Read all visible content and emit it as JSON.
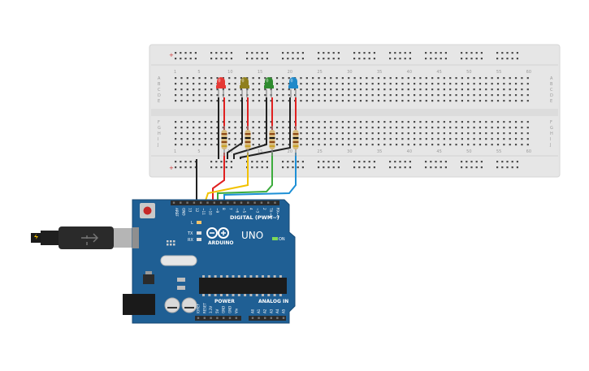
{
  "colors": {
    "breadboard": "#e6e6e6",
    "breadboard_border": "#d4d4d4",
    "hole": "#4a4a4a",
    "board": "#1f5f94",
    "board_dark": "#174a75",
    "header": "#2b2b2b",
    "led_red": "#e53935",
    "led_yellow": "#8f7f1e",
    "led_green": "#2e8b2e",
    "led_blue": "#2089c9",
    "wire_black": "#222222",
    "wire_red": "#e02020",
    "wire_yellow": "#f2c200",
    "wire_green": "#3cac3c",
    "wire_blue": "#1e90d6"
  },
  "breadboard": {
    "column_numbers_top": [
      "1",
      "5",
      "10",
      "15",
      "20",
      "25",
      "30",
      "35",
      "40",
      "45",
      "50",
      "55",
      "60"
    ],
    "column_numbers_bottom": [
      "1",
      "5",
      "10",
      "15",
      "20",
      "25",
      "30",
      "35",
      "40",
      "45",
      "50",
      "55",
      "60"
    ],
    "row_letters_top": [
      "A",
      "B",
      "C",
      "D",
      "E"
    ],
    "row_letters_bottom": [
      "F",
      "G",
      "H",
      "I",
      "J"
    ]
  },
  "leds": [
    {
      "name": "red",
      "color": "led_red"
    },
    {
      "name": "yellow",
      "color": "led_yellow"
    },
    {
      "name": "green",
      "color": "led_green"
    },
    {
      "name": "blue",
      "color": "led_blue"
    }
  ],
  "arduino": {
    "brand": "ARDUINO",
    "model": "UNO",
    "digital_label": "DIGITAL (PWM~)",
    "power_label": "POWER",
    "analog_label": "ANALOG IN",
    "on_label": "ON",
    "tx_label": "TX",
    "rx_label": "RX",
    "l_label": "L",
    "digital_pins": [
      "AREF",
      "GND",
      "13",
      "12",
      "~11",
      "~10",
      "~9",
      "8",
      "7",
      "~6",
      "~5",
      "4",
      "~3",
      "2",
      "TX→1",
      "RX←0"
    ],
    "power_pins": [
      "IOREF",
      "RESET",
      "3.3V",
      "5V",
      "GND",
      "GND",
      "Vin"
    ],
    "analog_pins": [
      "A0",
      "A1",
      "A2",
      "A3",
      "A4",
      "A5"
    ]
  }
}
